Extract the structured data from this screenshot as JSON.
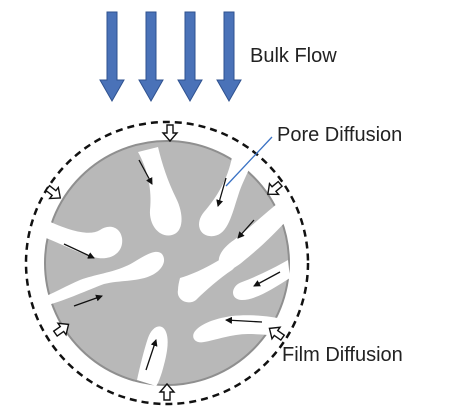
{
  "labels": {
    "bulk_flow": "Bulk Flow",
    "pore_diffusion": "Pore Diffusion",
    "film_diffusion": "Film Diffusion"
  },
  "colors": {
    "bulk_arrow_fill": "#4a72b8",
    "bulk_arrow_stroke": "#2f528f",
    "particle_fill": "#b8b8b8",
    "particle_stroke": "#8f8f8f",
    "pore_fill": "#ffffff",
    "film_boundary": "#111111",
    "leader_line": "#3a72c4",
    "inner_arrow": "#111111"
  },
  "icons": {
    "bulk_arrows": "down-arrow-icon",
    "film_arrows": "hollow-arrow-icon",
    "pore_arrows": "small-arrow-icon"
  }
}
